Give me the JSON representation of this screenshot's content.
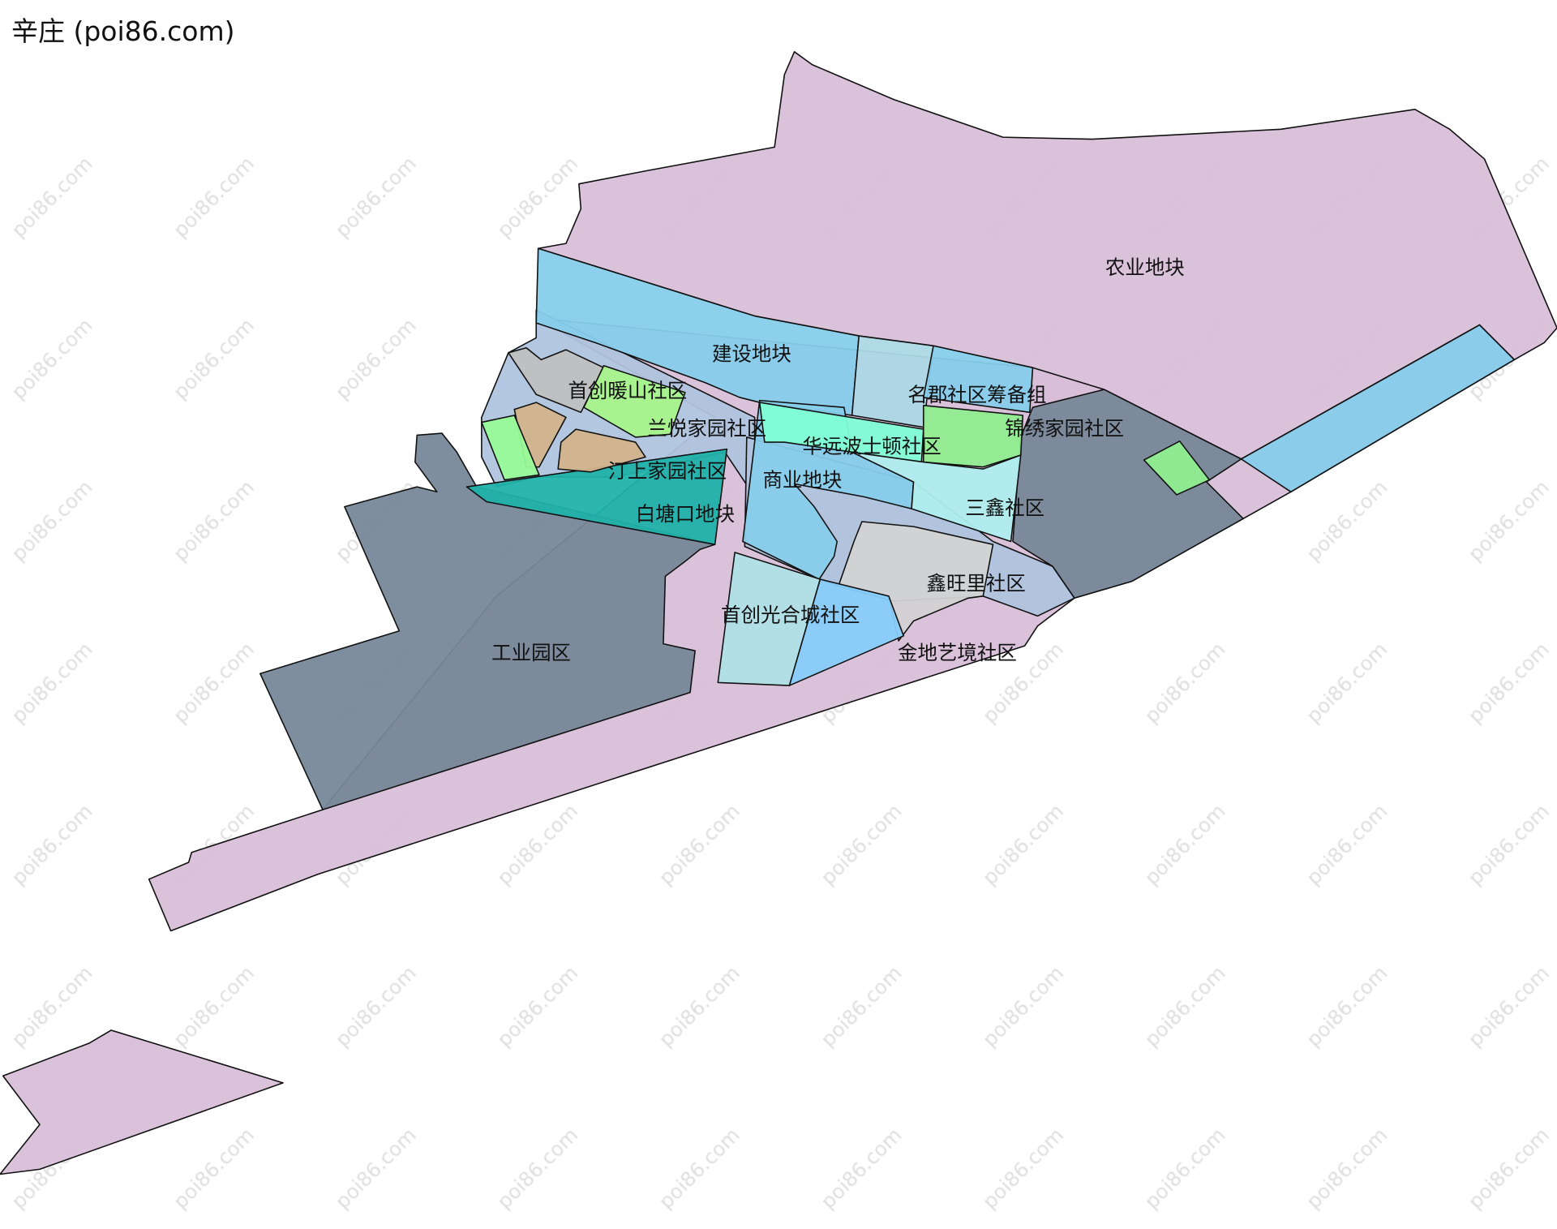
{
  "title": "辛庄 (poi86.com)",
  "watermark": "poi86.com",
  "regions": [
    {
      "id": "agri",
      "name": "农业地块",
      "color": "#d8bfd8"
    },
    {
      "id": "strip",
      "name": "",
      "color": "#d8bfd8"
    },
    {
      "id": "ne_blue",
      "name": "",
      "color": "#87ceeb"
    },
    {
      "id": "east_slate",
      "name": "",
      "color": "#778899"
    },
    {
      "id": "green_sq",
      "name": "",
      "color": "#90ee90"
    },
    {
      "id": "industrial",
      "name": "工业园区",
      "color": "#778899"
    },
    {
      "id": "road",
      "name": "",
      "color": "#b0c4de"
    },
    {
      "id": "baitang",
      "name": "白塘口地块",
      "color": "#20b2aa"
    },
    {
      "id": "jianshe",
      "name": "建设地块",
      "color": "#87ceeb"
    },
    {
      "id": "nuanshan",
      "name": "首创暖山社区",
      "color": "#c0c0c0"
    },
    {
      "id": "lanyue",
      "name": "兰悦家园社区",
      "color": "#a8f58c"
    },
    {
      "id": "tan1",
      "name": "",
      "color": "#d2b48c"
    },
    {
      "id": "tingshang",
      "name": "汀上家园社区",
      "color": "#d2b48c"
    },
    {
      "id": "palegreen",
      "name": "",
      "color": "#98fb98"
    },
    {
      "id": "center_road",
      "name": "",
      "color": "#b0c4de"
    },
    {
      "id": "shangye",
      "name": "商业地块",
      "color": "#87ceeb"
    },
    {
      "id": "huayuan",
      "name": "华远波士顿社区",
      "color": "#7fffd4"
    },
    {
      "id": "mingjun",
      "name": "名郡社区筹备组",
      "color": "#add8e6"
    },
    {
      "id": "mingjun2",
      "name": "",
      "color": "#87ceeb"
    },
    {
      "id": "jinxiu",
      "name": "锦绣家园社区",
      "color": "#90ee90"
    },
    {
      "id": "sanxin",
      "name": "三鑫社区",
      "color": "#afeeee"
    },
    {
      "id": "xinwangli",
      "name": "鑫旺里社区",
      "color": "#d3d3d3"
    },
    {
      "id": "guanghe",
      "name": "首创光合城社区",
      "color": "#b0e0e6"
    },
    {
      "id": "jindi",
      "name": "金地艺境社区",
      "color": "#87cefa"
    },
    {
      "id": "sw",
      "name": "",
      "color": "#d8bfd8"
    }
  ]
}
